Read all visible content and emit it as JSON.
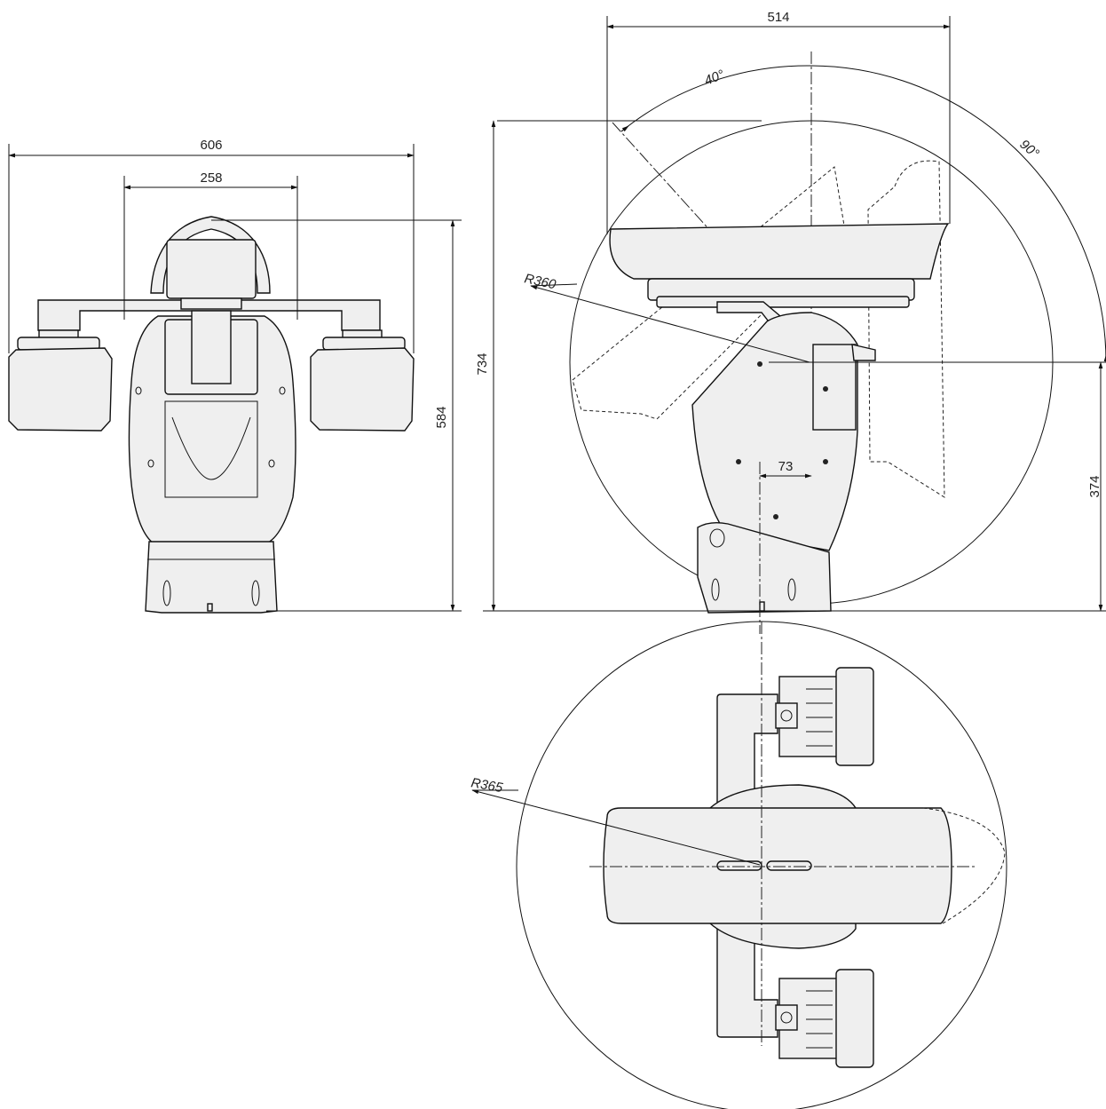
{
  "front_view": {
    "width_overall": "606",
    "width_body": "258",
    "height_to_housing": "584"
  },
  "side_view": {
    "height_overall": "734",
    "width_housing": "514",
    "tilt_up_angle": "40°",
    "tilt_down_angle": "90°",
    "radius_tilt": "R360",
    "offset_axis": "73",
    "tilt_axis_height": "374"
  },
  "top_view": {
    "radius_pan": "R365"
  }
}
